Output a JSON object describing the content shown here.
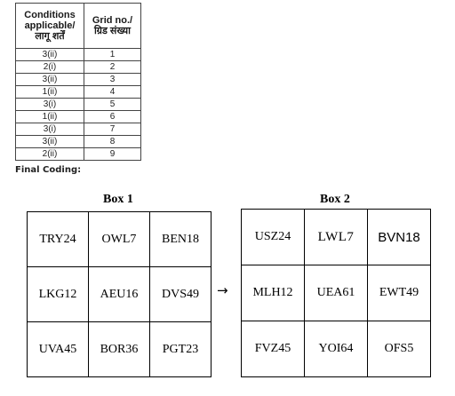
{
  "conditions_table": {
    "header_col1_line1": "Conditions",
    "header_col1_line2": "applicable/",
    "header_col1_line3": "लागू शर्तें",
    "header_col2_line1": "Grid no./",
    "header_col2_line2": "ग्रिड संख्या",
    "rows": [
      {
        "condition": "3(ii)",
        "grid": "1"
      },
      {
        "condition": "2(i)",
        "grid": "2"
      },
      {
        "condition": "3(ii)",
        "grid": "3"
      },
      {
        "condition": "1(ii)",
        "grid": "4"
      },
      {
        "condition": "3(i)",
        "grid": "5"
      },
      {
        "condition": "1(ii)",
        "grid": "6"
      },
      {
        "condition": "3(i)",
        "grid": "7"
      },
      {
        "condition": "3(ii)",
        "grid": "8"
      },
      {
        "condition": "2(ii)",
        "grid": "9"
      }
    ]
  },
  "final_coding_label": "Final Coding:",
  "box1": {
    "title": "Box 1",
    "cells": [
      "TRY24",
      "OWL7",
      "BEN18",
      "LKG12",
      "AEU16",
      "DVS49",
      "UVA45",
      "BOR36",
      "PGT23"
    ]
  },
  "arrow": "→",
  "box2": {
    "title": "Box 2",
    "cells": [
      "USZ24",
      "LWL7",
      "BVN18",
      "MLH12",
      "UEA61",
      "EWT49",
      "FVZ45",
      "YOI64",
      "OFS5"
    ]
  }
}
